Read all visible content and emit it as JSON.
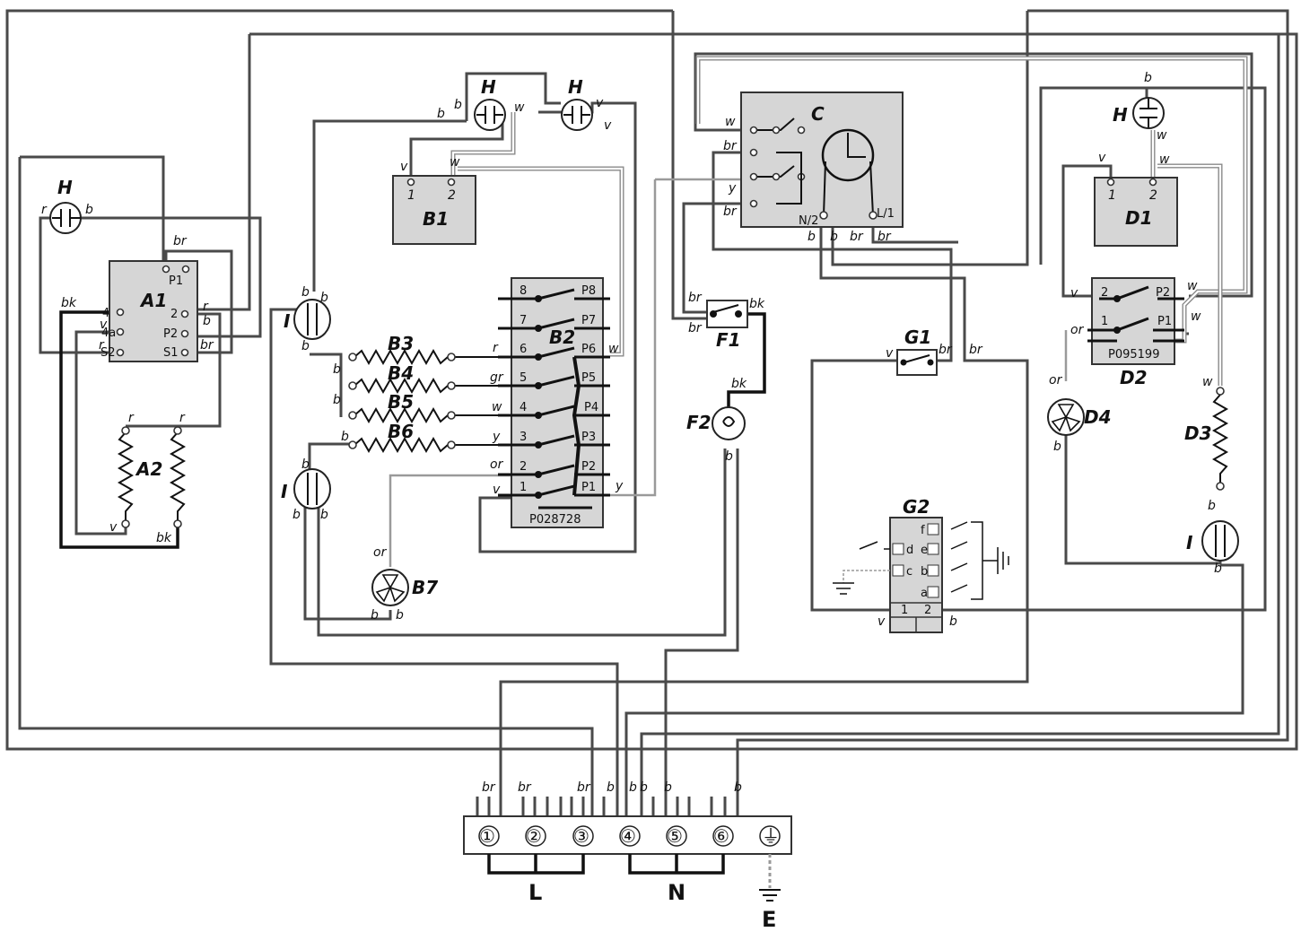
{
  "components": {
    "A1": "A1",
    "A2": "A2",
    "B1": "B1",
    "B2": "B2",
    "B3": "B3",
    "B4": "B4",
    "B5": "B5",
    "B6": "B6",
    "B7": "B7",
    "C": "C",
    "D1": "D1",
    "D2": "D2",
    "D3": "D3",
    "D4": "D4",
    "F1": "F1",
    "F2": "F2",
    "G1": "G1",
    "G2": "G2",
    "H": "H",
    "I": "I"
  },
  "part_numbers": {
    "B2": "P028728",
    "D2": "P095199"
  },
  "wire_colors": {
    "b": "b",
    "br": "br",
    "bk": "bk",
    "v": "v",
    "w": "w",
    "r": "r",
    "y": "y",
    "gr": "gr",
    "or": "or"
  },
  "pins": {
    "A1": {
      "P1": "P1",
      "pin4": "4",
      "pin4a": "4a",
      "S2": "S2",
      "pin2": "2",
      "P2": "P2",
      "S1": "S1"
    },
    "B1": {
      "pin1": "1",
      "pin2": "2"
    },
    "D1": {
      "pin1": "1",
      "pin2": "2"
    },
    "B2": {
      "left": [
        "8",
        "7",
        "6",
        "5",
        "4",
        "3",
        "2",
        "1"
      ],
      "right": [
        "P8",
        "P7",
        "P6",
        "P5",
        "P4",
        "P3",
        "P2",
        "P1"
      ]
    },
    "D2": {
      "left": [
        "2",
        "1"
      ],
      "right": [
        "P2",
        "P1"
      ]
    },
    "C": {
      "N": "N/2",
      "L": "L/1"
    },
    "G2": {
      "f": "f",
      "e": "e",
      "b": "b",
      "a": "a",
      "d": "d",
      "c": "c",
      "t1": "1",
      "t2": "2"
    }
  },
  "terminal_block": {
    "terminals": [
      "①",
      "②",
      "③",
      "④",
      "⑤",
      "⑥",
      "⏚"
    ],
    "groups": {
      "L": "L",
      "N": "N",
      "E": "E"
    }
  }
}
